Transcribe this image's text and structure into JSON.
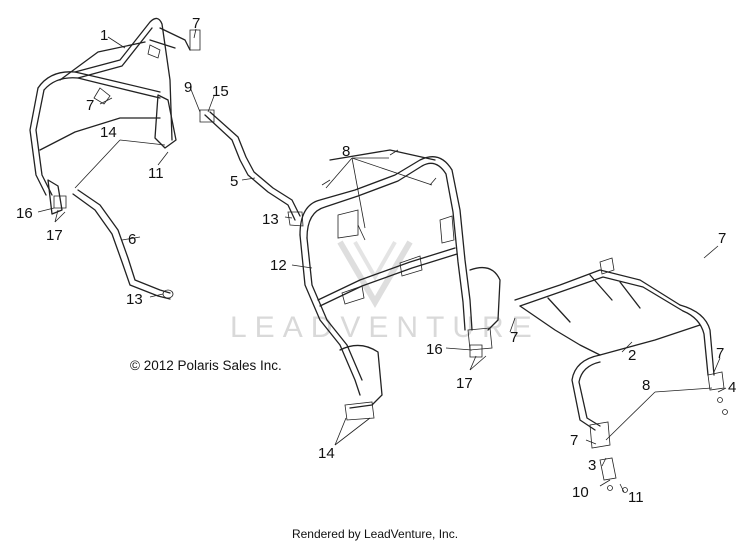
{
  "copyright": "© 2012 Polaris Sales Inc.",
  "rendered_by": "Rendered by LeadVenture, Inc.",
  "watermark": "LEADVENTURE",
  "callouts": {
    "c1": "1",
    "c2": "2",
    "c3": "3",
    "c4": "4",
    "c5": "5",
    "c6": "6",
    "c7a": "7",
    "c7b": "7",
    "c7c": "7",
    "c7d": "7",
    "c7e": "7",
    "c7f": "7",
    "c8a": "8",
    "c8b": "8",
    "c9": "9",
    "c10": "10",
    "c11a": "11",
    "c11b": "11",
    "c12": "12",
    "c13a": "13",
    "c13b": "13",
    "c14a": "14",
    "c14b": "14",
    "c15": "15",
    "c16a": "16",
    "c16b": "16",
    "c17a": "17",
    "c17b": "17"
  },
  "icons": {
    "watermark_logo": "leadventure-logo-icon"
  }
}
